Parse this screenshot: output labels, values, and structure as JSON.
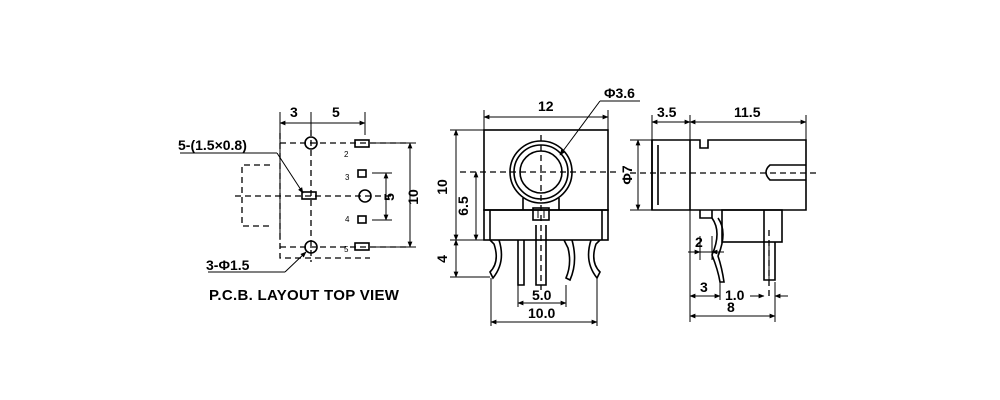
{
  "pcb_view": {
    "title": "P.C.B. LAYOUT TOP VIEW",
    "dim_top_left": "3",
    "dim_top_right": "5",
    "slot_label": "5-(1.5×0.8)",
    "hole_label": "3-Φ1.5",
    "dim_right_inner": "5",
    "dim_right_outer": "10",
    "pin_numbers": [
      "2",
      "3",
      "4",
      "5"
    ]
  },
  "front_view": {
    "dim_width_top": "12",
    "dim_hole": "Φ3.6",
    "dim_height_total": "10",
    "dim_height_center": "6.5",
    "dim_pin_length": "4",
    "dim_pin_spacing": "5.0",
    "dim_width_bottom": "10.0"
  },
  "side_view": {
    "dim_front": "3.5",
    "dim_body": "11.5",
    "dim_diameter": "Φ7",
    "dim_pin_offset": "2",
    "dim_bottom_left": "3",
    "dim_bottom_mid": "1.0",
    "dim_bottom_total": "8"
  }
}
